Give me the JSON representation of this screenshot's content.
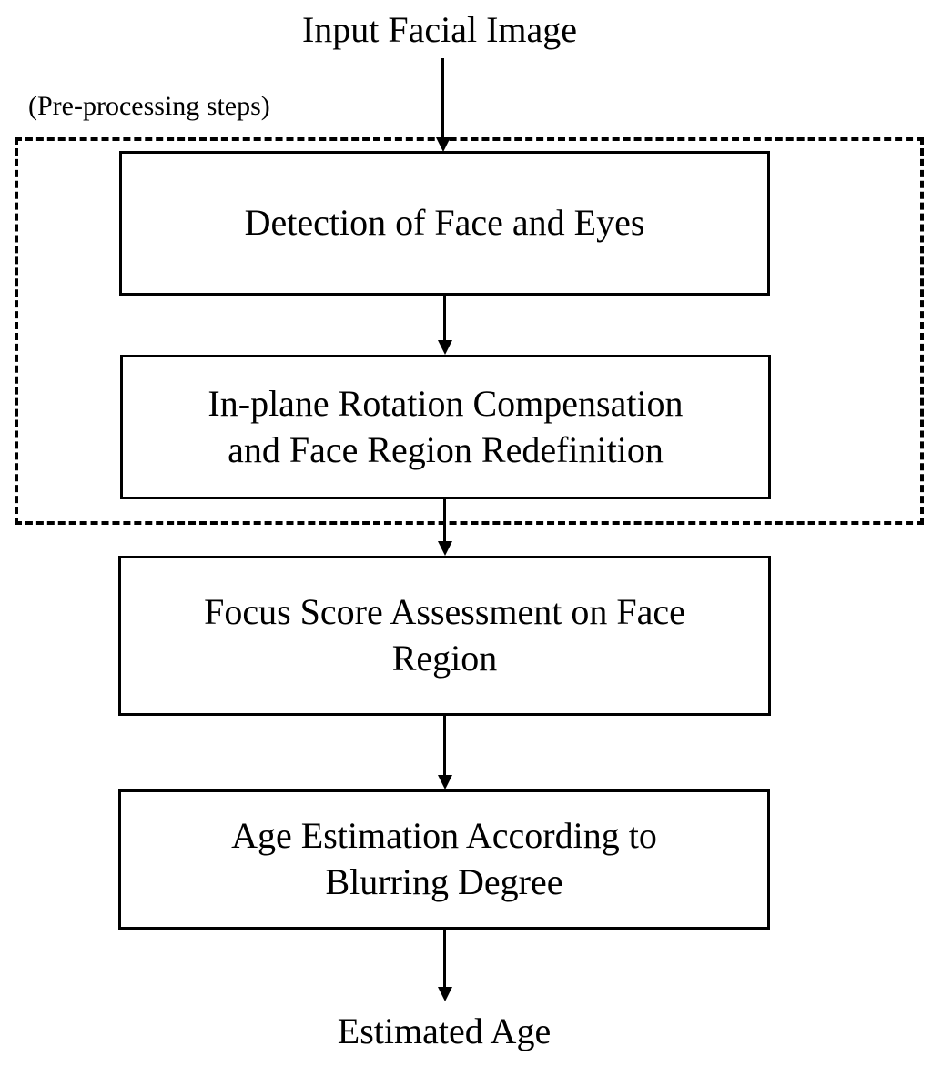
{
  "diagram": {
    "input_label": "Input Facial Image",
    "group_label": "(Pre-processing steps)",
    "steps": [
      {
        "lines": [
          "Detection of Face and Eyes"
        ]
      },
      {
        "lines": [
          "In-plane Rotation Compensation",
          "and Face Region Redefinition"
        ]
      },
      {
        "lines": [
          "Focus Score Assessment on Face",
          "Region"
        ]
      },
      {
        "lines": [
          "Age Estimation According to",
          "Blurring Degree"
        ]
      }
    ],
    "output_label": "Estimated Age"
  }
}
